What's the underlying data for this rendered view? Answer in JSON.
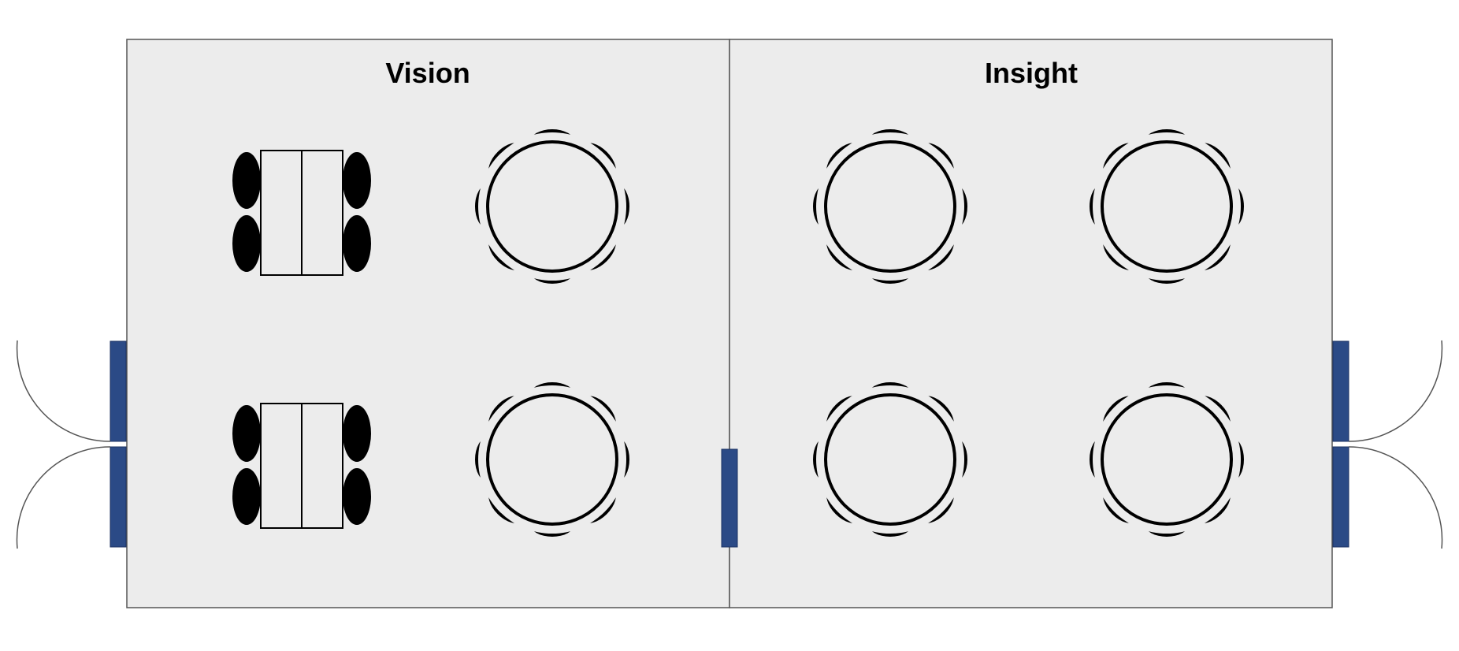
{
  "rooms": [
    {
      "id": "vision",
      "title": "Vision"
    },
    {
      "id": "insight",
      "title": "Insight"
    }
  ],
  "furniture": {
    "vision": [
      {
        "kind": "rect-table",
        "chairs": 4
      },
      {
        "kind": "round-table",
        "chairs": 8
      },
      {
        "kind": "rect-table",
        "chairs": 4
      },
      {
        "kind": "round-table",
        "chairs": 8
      }
    ],
    "insight": [
      {
        "kind": "round-table",
        "chairs": 8
      },
      {
        "kind": "round-table",
        "chairs": 8
      },
      {
        "kind": "round-table",
        "chairs": 8
      },
      {
        "kind": "round-table",
        "chairs": 8
      }
    ]
  },
  "doors": [
    "left-double-door",
    "center-door",
    "right-double-door"
  ],
  "colors": {
    "floor": "#ececec",
    "wall": "#555555",
    "door": "#2b4a86",
    "furniture": "#000000"
  }
}
